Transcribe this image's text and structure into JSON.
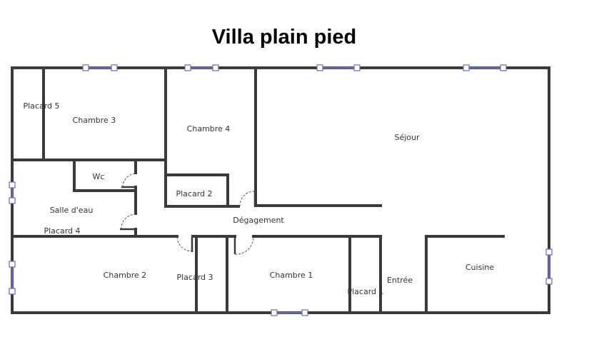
{
  "title": "Villa plain pied",
  "rooms": {
    "placard5": "Placard 5",
    "chambre3": "Chambre 3",
    "chambre4": "Chambre 4",
    "sejour": "Séjour",
    "wc": "Wc",
    "placard2": "Placard 2",
    "salle_deau": "Salle d'eau",
    "degagement": "Dégagement",
    "placard4": "Placard 4",
    "chambre2": "Chambre 2",
    "placard3": "Placard 3",
    "chambre1": "Chambre 1",
    "entree": "Entrée",
    "placard1": "Placard 1",
    "cuisine": "Cuisine"
  },
  "colors": {
    "wall": "#3a3a3a",
    "window": "#6a6ab8"
  }
}
